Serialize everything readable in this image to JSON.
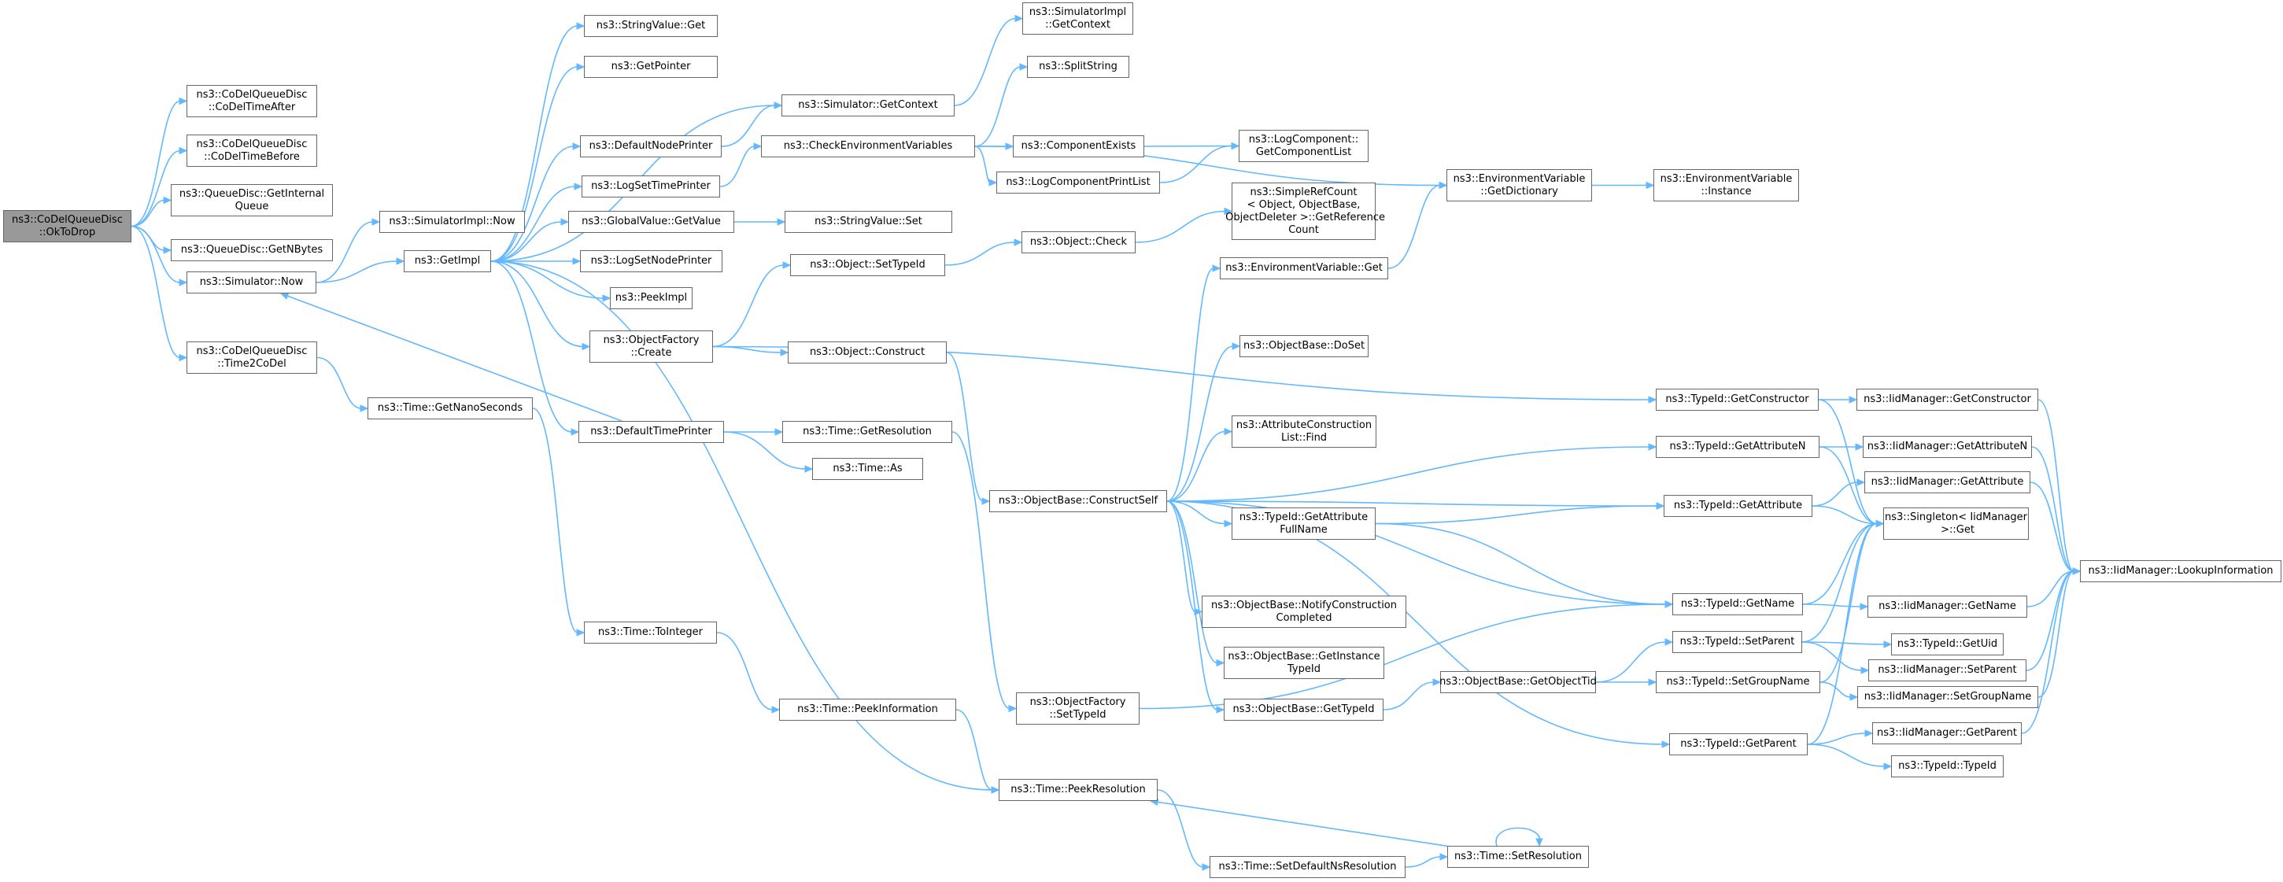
{
  "diagram": {
    "type": "call-graph",
    "colors": {
      "edge": "#63b8ff",
      "node_border": "#666666",
      "node_fill": "#ffffff",
      "root_fill": "#999999"
    },
    "nodes": [
      {
        "id": "okToDrop",
        "label": "ns3::CoDelQueueDisc\n::OkToDrop",
        "root": true
      },
      {
        "id": "codelAfter",
        "label": "ns3::CoDelQueueDisc\n::CoDelTimeAfter"
      },
      {
        "id": "codelBefore",
        "label": "ns3::CoDelQueueDisc\n::CoDelTimeBefore"
      },
      {
        "id": "getInternalQueue",
        "label": "ns3::QueueDisc::GetInternal\nQueue"
      },
      {
        "id": "getNBytes",
        "label": "ns3::QueueDisc::GetNBytes"
      },
      {
        "id": "simNow",
        "label": "ns3::Simulator::Now"
      },
      {
        "id": "time2CoDel",
        "label": "ns3::CoDelQueueDisc\n::Time2CoDel"
      },
      {
        "id": "simImplNow",
        "label": "ns3::SimulatorImpl::Now"
      },
      {
        "id": "getImpl",
        "label": "ns3::GetImpl"
      },
      {
        "id": "getNano",
        "label": "ns3::Time::GetNanoSeconds"
      },
      {
        "id": "strGet",
        "label": "ns3::StringValue::Get"
      },
      {
        "id": "getPointer",
        "label": "ns3::GetPointer"
      },
      {
        "id": "defNodePrinter",
        "label": "ns3::DefaultNodePrinter"
      },
      {
        "id": "logSetTime",
        "label": "ns3::LogSetTimePrinter"
      },
      {
        "id": "gvGetValue",
        "label": "ns3::GlobalValue::GetValue"
      },
      {
        "id": "logSetNode",
        "label": "ns3::LogSetNodePrinter"
      },
      {
        "id": "peekImpl",
        "label": "ns3::PeekImpl"
      },
      {
        "id": "ofCreate",
        "label": "ns3::ObjectFactory\n::Create"
      },
      {
        "id": "defTimePrinter",
        "label": "ns3::DefaultTimePrinter"
      },
      {
        "id": "toInteger",
        "label": "ns3::Time::ToInteger"
      },
      {
        "id": "simGetContext",
        "label": "ns3::Simulator::GetContext"
      },
      {
        "id": "checkEnv",
        "label": "ns3::CheckEnvironmentVariables"
      },
      {
        "id": "strSet",
        "label": "ns3::StringValue::Set"
      },
      {
        "id": "objSetTypeId",
        "label": "ns3::Object::SetTypeId"
      },
      {
        "id": "objConstruct",
        "label": "ns3::Object::Construct"
      },
      {
        "id": "timeGetRes",
        "label": "ns3::Time::GetResolution"
      },
      {
        "id": "timeAs",
        "label": "ns3::Time::As"
      },
      {
        "id": "peekInfo",
        "label": "ns3::Time::PeekInformation"
      },
      {
        "id": "simImplGetContext",
        "label": "ns3::SimulatorImpl\n::GetContext"
      },
      {
        "id": "splitString",
        "label": "ns3::SplitString"
      },
      {
        "id": "compExists",
        "label": "ns3::ComponentExists"
      },
      {
        "id": "logCompPrint",
        "label": "ns3::LogComponentPrintList"
      },
      {
        "id": "objCheck",
        "label": "ns3::Object::Check"
      },
      {
        "id": "ofSetTypeId",
        "label": "ns3::ObjectFactory\n::SetTypeId"
      },
      {
        "id": "peekRes",
        "label": "ns3::Time::PeekResolution"
      },
      {
        "id": "constructSelf",
        "label": "ns3::ObjectBase::ConstructSelf"
      },
      {
        "id": "setDefaultNs",
        "label": "ns3::Time::SetDefaultNsResolution"
      },
      {
        "id": "logCompGet",
        "label": "ns3::LogComponent::\nGetComponentList"
      },
      {
        "id": "simpleRef",
        "label": "ns3::SimpleRefCount\n< Object, ObjectBase,\n ObjectDeleter >::GetReference\nCount"
      },
      {
        "id": "envGet",
        "label": "ns3::EnvironmentVariable::Get"
      },
      {
        "id": "doSet",
        "label": "ns3::ObjectBase::DoSet"
      },
      {
        "id": "attrFind",
        "label": "ns3::AttributeConstruction\nList::Find"
      },
      {
        "id": "getAttrFull",
        "label": "ns3::TypeId::GetAttribute\nFullName"
      },
      {
        "id": "notifyConstruct",
        "label": "ns3::ObjectBase::NotifyConstruction\nCompleted"
      },
      {
        "id": "getInstanceTypeId",
        "label": "ns3::ObjectBase::GetInstance\nTypeId"
      },
      {
        "id": "objbGetTypeId",
        "label": "ns3::ObjectBase::GetTypeId"
      },
      {
        "id": "envDict",
        "label": "ns3::EnvironmentVariable\n::GetDictionary"
      },
      {
        "id": "getObjectTid",
        "label": "ns3::ObjectBase::GetObjectTid"
      },
      {
        "id": "timeSetRes",
        "label": "ns3::Time::SetResolution"
      },
      {
        "id": "envInstance",
        "label": "ns3::EnvironmentVariable\n::Instance"
      },
      {
        "id": "tidGetConstructor",
        "label": "ns3::TypeId::GetConstructor"
      },
      {
        "id": "tidGetAttrN",
        "label": "ns3::TypeId::GetAttributeN"
      },
      {
        "id": "tidGetAttr",
        "label": "ns3::TypeId::GetAttribute"
      },
      {
        "id": "tidGetName",
        "label": "ns3::TypeId::GetName"
      },
      {
        "id": "tidSetParent",
        "label": "ns3::TypeId::SetParent"
      },
      {
        "id": "tidSetGroup",
        "label": "ns3::TypeId::SetGroupName"
      },
      {
        "id": "tidGetParent",
        "label": "ns3::TypeId::GetParent"
      },
      {
        "id": "imGetConstructor",
        "label": "ns3::IidManager::GetConstructor"
      },
      {
        "id": "imGetAttrN",
        "label": "ns3::IidManager::GetAttributeN"
      },
      {
        "id": "imGetAttr",
        "label": "ns3::IidManager::GetAttribute"
      },
      {
        "id": "singletonGet",
        "label": "ns3::Singleton< IidManager\n >::Get"
      },
      {
        "id": "imGetName",
        "label": "ns3::IidManager::GetName"
      },
      {
        "id": "tidGetUid",
        "label": "ns3::TypeId::GetUid"
      },
      {
        "id": "imSetParent",
        "label": "ns3::IidManager::SetParent"
      },
      {
        "id": "imSetGroup",
        "label": "ns3::IidManager::SetGroupName"
      },
      {
        "id": "imGetParent",
        "label": "ns3::IidManager::GetParent"
      },
      {
        "id": "tidTypeId",
        "label": "ns3::TypeId::TypeId"
      },
      {
        "id": "imLookup",
        "label": "ns3::IidManager::LookupInformation"
      }
    ],
    "edges": [
      [
        "okToDrop",
        "codelAfter"
      ],
      [
        "okToDrop",
        "codelBefore"
      ],
      [
        "okToDrop",
        "getInternalQueue"
      ],
      [
        "okToDrop",
        "getNBytes"
      ],
      [
        "okToDrop",
        "simNow"
      ],
      [
        "okToDrop",
        "time2CoDel"
      ],
      [
        "simNow",
        "simImplNow"
      ],
      [
        "simNow",
        "getImpl"
      ],
      [
        "time2CoDel",
        "getNano"
      ],
      [
        "getImpl",
        "strGet"
      ],
      [
        "getImpl",
        "getPointer"
      ],
      [
        "getImpl",
        "defNodePrinter"
      ],
      [
        "getImpl",
        "logSetTime"
      ],
      [
        "getImpl",
        "gvGetValue"
      ],
      [
        "getImpl",
        "logSetNode"
      ],
      [
        "getImpl",
        "peekImpl"
      ],
      [
        "getImpl",
        "ofCreate"
      ],
      [
        "getImpl",
        "defTimePrinter"
      ],
      [
        "getImpl",
        "simGetContext"
      ],
      [
        "getImpl",
        "peekRes"
      ],
      [
        "defTimePrinter",
        "simNow"
      ],
      [
        "defTimePrinter",
        "timeGetRes"
      ],
      [
        "defTimePrinter",
        "timeAs"
      ],
      [
        "getNano",
        "toInteger"
      ],
      [
        "toInteger",
        "peekInfo"
      ],
      [
        "peekInfo",
        "peekRes"
      ],
      [
        "defNodePrinter",
        "simGetContext"
      ],
      [
        "simGetContext",
        "simImplGetContext"
      ],
      [
        "logSetTime",
        "checkEnv"
      ],
      [
        "gvGetValue",
        "strSet"
      ],
      [
        "checkEnv",
        "splitString"
      ],
      [
        "checkEnv",
        "compExists"
      ],
      [
        "checkEnv",
        "logCompPrint"
      ],
      [
        "checkEnv",
        "envDict"
      ],
      [
        "compExists",
        "logCompGet"
      ],
      [
        "logCompPrint",
        "logCompGet"
      ],
      [
        "ofCreate",
        "objSetTypeId"
      ],
      [
        "ofCreate",
        "objConstruct"
      ],
      [
        "ofCreate",
        "tidGetConstructor"
      ],
      [
        "objSetTypeId",
        "objCheck"
      ],
      [
        "objCheck",
        "simpleRef"
      ],
      [
        "objConstruct",
        "constructSelf"
      ],
      [
        "timeGetRes",
        "ofSetTypeId"
      ],
      [
        "ofSetTypeId",
        "tidGetName"
      ],
      [
        "peekRes",
        "setDefaultNs"
      ],
      [
        "setDefaultNs",
        "timeSetRes"
      ],
      [
        "timeSetRes",
        "peekRes"
      ],
      [
        "timeSetRes",
        "timeSetRes"
      ],
      [
        "constructSelf",
        "envGet"
      ],
      [
        "constructSelf",
        "doSet"
      ],
      [
        "constructSelf",
        "attrFind"
      ],
      [
        "constructSelf",
        "getAttrFull"
      ],
      [
        "constructSelf",
        "notifyConstruct"
      ],
      [
        "constructSelf",
        "getInstanceTypeId"
      ],
      [
        "constructSelf",
        "objbGetTypeId"
      ],
      [
        "constructSelf",
        "tidGetAttrN"
      ],
      [
        "constructSelf",
        "tidGetAttr"
      ],
      [
        "constructSelf",
        "tidGetName"
      ],
      [
        "constructSelf",
        "tidGetParent"
      ],
      [
        "envGet",
        "envDict"
      ],
      [
        "envDict",
        "envInstance"
      ],
      [
        "getAttrFull",
        "tidGetAttr"
      ],
      [
        "getAttrFull",
        "tidGetName"
      ],
      [
        "objbGetTypeId",
        "getObjectTid"
      ],
      [
        "getObjectTid",
        "tidSetParent"
      ],
      [
        "getObjectTid",
        "tidSetGroup"
      ],
      [
        "tidGetConstructor",
        "imGetConstructor"
      ],
      [
        "tidGetConstructor",
        "singletonGet"
      ],
      [
        "tidGetAttrN",
        "imGetAttrN"
      ],
      [
        "tidGetAttrN",
        "singletonGet"
      ],
      [
        "tidGetAttr",
        "imGetAttr"
      ],
      [
        "tidGetAttr",
        "singletonGet"
      ],
      [
        "tidGetName",
        "singletonGet"
      ],
      [
        "tidGetName",
        "imGetName"
      ],
      [
        "tidSetParent",
        "singletonGet"
      ],
      [
        "tidSetParent",
        "tidGetUid"
      ],
      [
        "tidSetParent",
        "imSetParent"
      ],
      [
        "tidSetGroup",
        "singletonGet"
      ],
      [
        "tidSetGroup",
        "imSetGroup"
      ],
      [
        "tidGetParent",
        "singletonGet"
      ],
      [
        "tidGetParent",
        "imGetParent"
      ],
      [
        "tidGetParent",
        "tidTypeId"
      ],
      [
        "imGetConstructor",
        "imLookup"
      ],
      [
        "imGetAttrN",
        "imLookup"
      ],
      [
        "imGetAttr",
        "imLookup"
      ],
      [
        "imGetName",
        "imLookup"
      ],
      [
        "imSetParent",
        "imLookup"
      ],
      [
        "imSetGroup",
        "imLookup"
      ],
      [
        "imGetParent",
        "imLookup"
      ]
    ]
  }
}
